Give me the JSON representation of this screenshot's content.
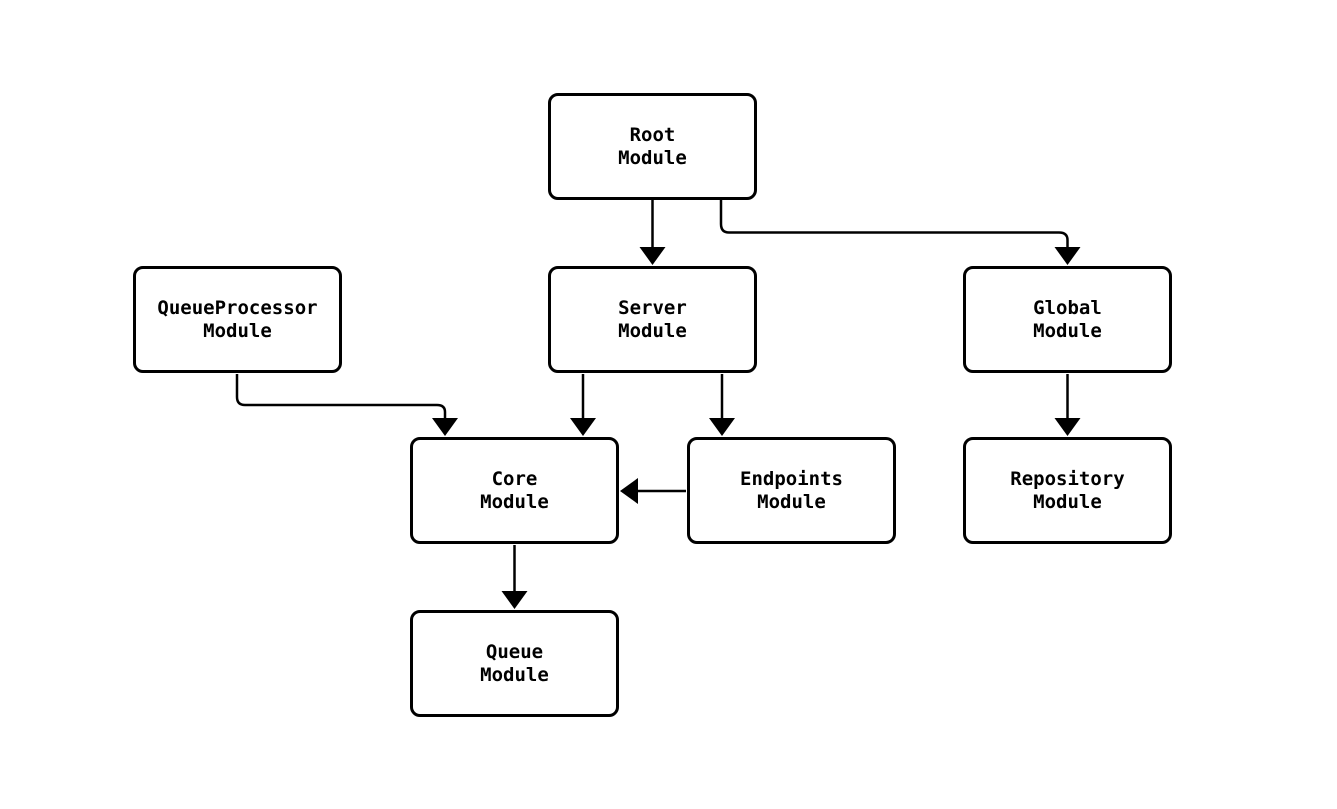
{
  "diagram": {
    "type": "module-dependency-graph",
    "background_color": "#ffffff",
    "node_fill_color": "#ffffff",
    "node_border_color": "#000000",
    "edge_color": "#000000",
    "text_color": "#000000",
    "nodes": [
      {
        "id": "root",
        "line1": "Root",
        "line2": "Module"
      },
      {
        "id": "queueprocessor",
        "line1": "QueueProcessor",
        "line2": "Module"
      },
      {
        "id": "server",
        "line1": "Server",
        "line2": "Module"
      },
      {
        "id": "global",
        "line1": "Global",
        "line2": "Module"
      },
      {
        "id": "core",
        "line1": "Core",
        "line2": "Module"
      },
      {
        "id": "endpoints",
        "line1": "Endpoints",
        "line2": "Module"
      },
      {
        "id": "repository",
        "line1": "Repository",
        "line2": "Module"
      },
      {
        "id": "queue",
        "line1": "Queue",
        "line2": "Module"
      }
    ],
    "edges": [
      {
        "from": "Root Module",
        "to": "Server Module"
      },
      {
        "from": "Root Module",
        "to": "Global Module"
      },
      {
        "from": "QueueProcessor Module",
        "to": "Core Module"
      },
      {
        "from": "Server Module",
        "to": "Core Module"
      },
      {
        "from": "Server Module",
        "to": "Endpoints Module"
      },
      {
        "from": "Endpoints Module",
        "to": "Core Module"
      },
      {
        "from": "Global Module",
        "to": "Repository Module"
      },
      {
        "from": "Core Module",
        "to": "Queue Module"
      }
    ]
  }
}
